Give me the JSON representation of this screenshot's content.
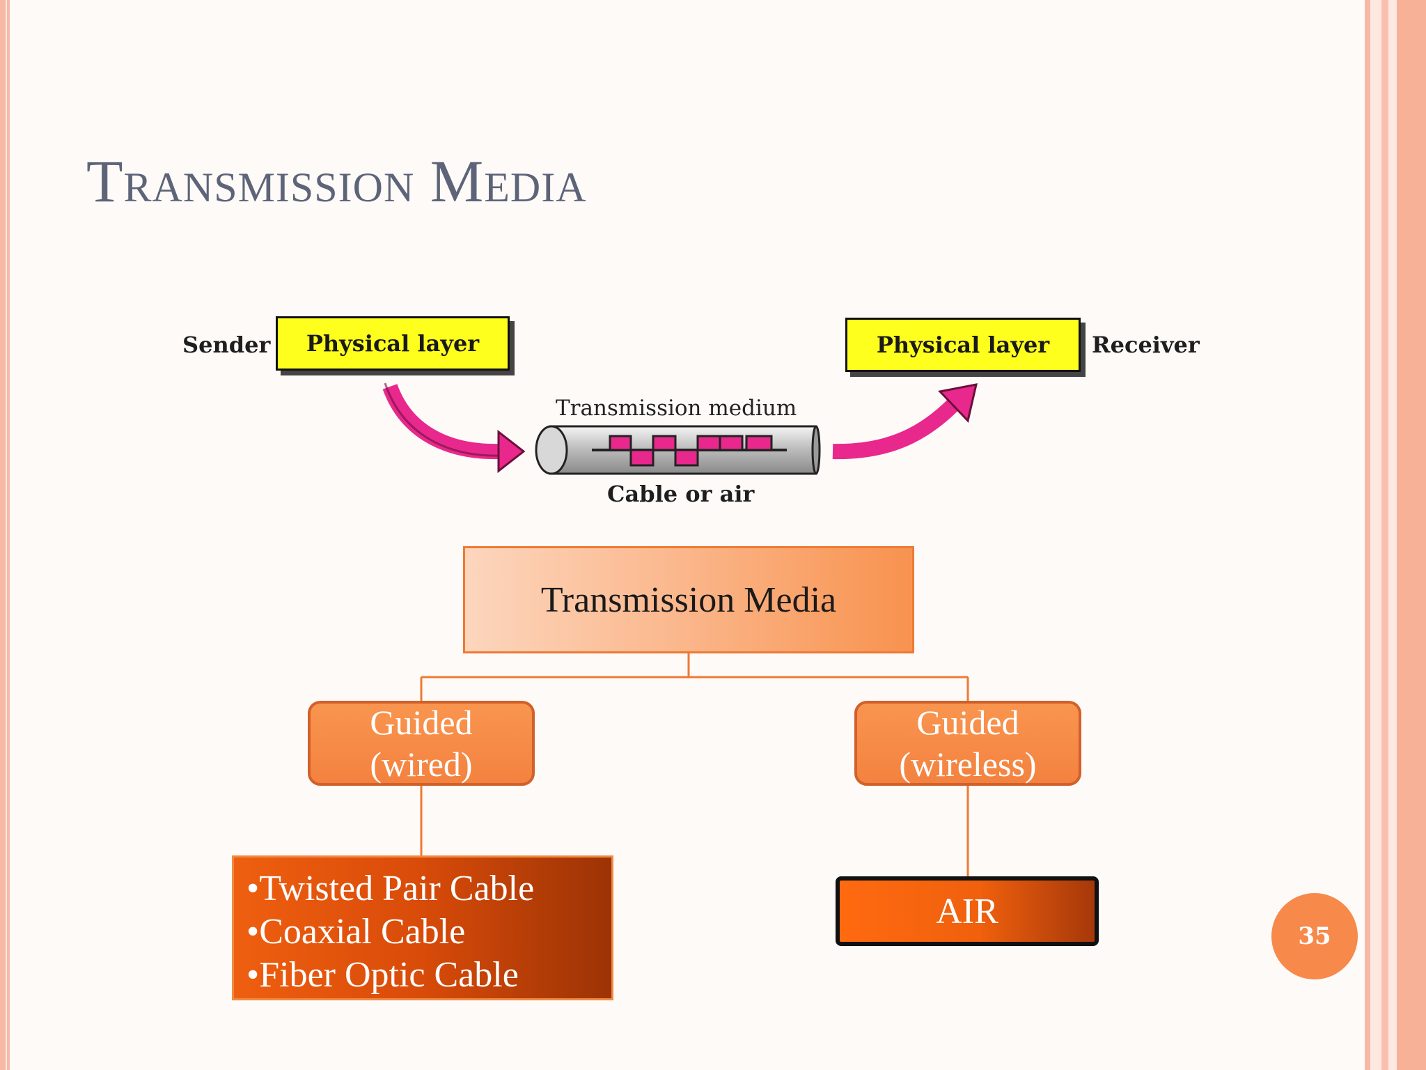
{
  "slide": {
    "title": "Transmission Media",
    "page_number": "35"
  },
  "top_diagram": {
    "sender_label": "Sender",
    "receiver_label": "Receiver",
    "sender_box": "Physical layer",
    "receiver_box": "Physical layer",
    "medium_label": "Transmission medium",
    "cable_label": "Cable or air"
  },
  "hierarchy": {
    "root": "Transmission Media",
    "left_branch": {
      "line1": "Guided",
      "line2": "(wired)",
      "items": [
        "•Twisted Pair Cable",
        "•Coaxial Cable",
        "•Fiber Optic Cable"
      ]
    },
    "right_branch": {
      "line1": "Guided",
      "line2": "(wireless)",
      "item": "AIR"
    }
  },
  "colors": {
    "physical_layer_fill": "#ffff1e",
    "arrow": "#e8288c",
    "signal": "#e8288c",
    "accent_orange": "#f7894a"
  }
}
